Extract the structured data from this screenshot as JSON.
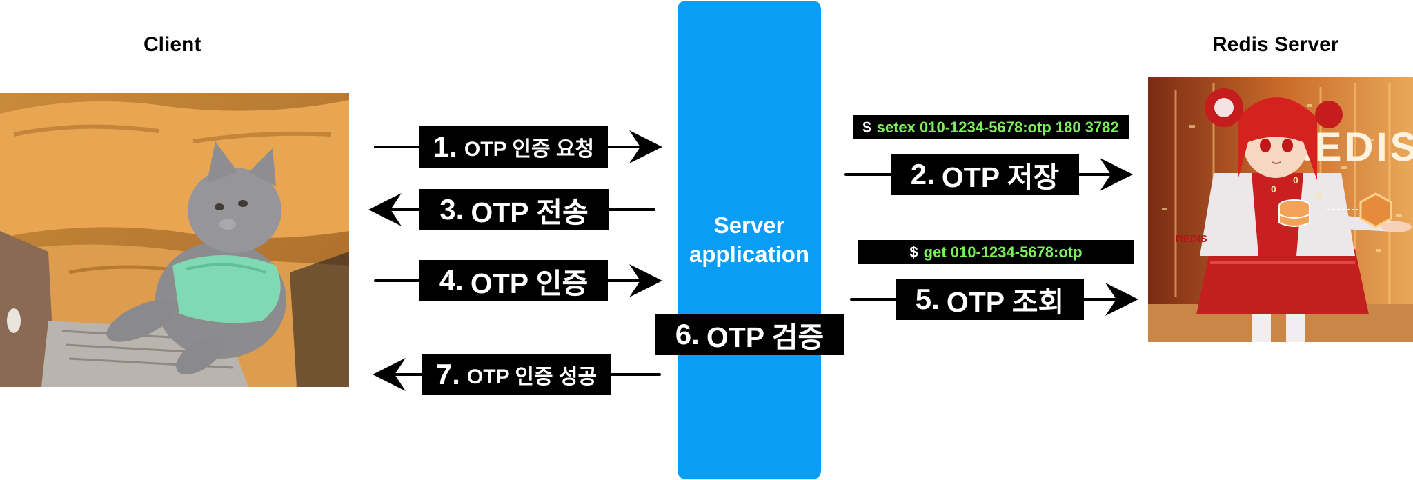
{
  "client": {
    "title": "Client",
    "image": "cat-typing-on-laptop"
  },
  "server": {
    "title": "Redis Server",
    "image": "redis-mascot-illustration",
    "logo_text": "REDIS",
    "badge_text": "REDIS"
  },
  "app": {
    "label_line1": "Server",
    "label_line2": "application"
  },
  "steps": [
    {
      "num": "1.",
      "text": "OTP 인증 요청",
      "direction": "right"
    },
    {
      "num": "2.",
      "text": "OTP 저장",
      "direction": "right"
    },
    {
      "num": "3.",
      "text": "OTP 전송",
      "direction": "left"
    },
    {
      "num": "4.",
      "text": "OTP 인증",
      "direction": "right"
    },
    {
      "num": "5.",
      "text": "OTP 조회",
      "direction": "right"
    },
    {
      "num": "6.",
      "text": "OTP 검증",
      "direction": "none"
    },
    {
      "num": "7.",
      "text": "OTP 인증 성공",
      "direction": "left"
    }
  ],
  "commands": [
    {
      "prompt": "$",
      "code": "setex 010-1234-5678:otp 180 3782"
    },
    {
      "prompt": "$",
      "code": "get 010-1234-5678:otp"
    }
  ],
  "colors": {
    "server_app": "#0a9df5",
    "command_text": "#7cf05a",
    "label_bg": "#000000"
  }
}
